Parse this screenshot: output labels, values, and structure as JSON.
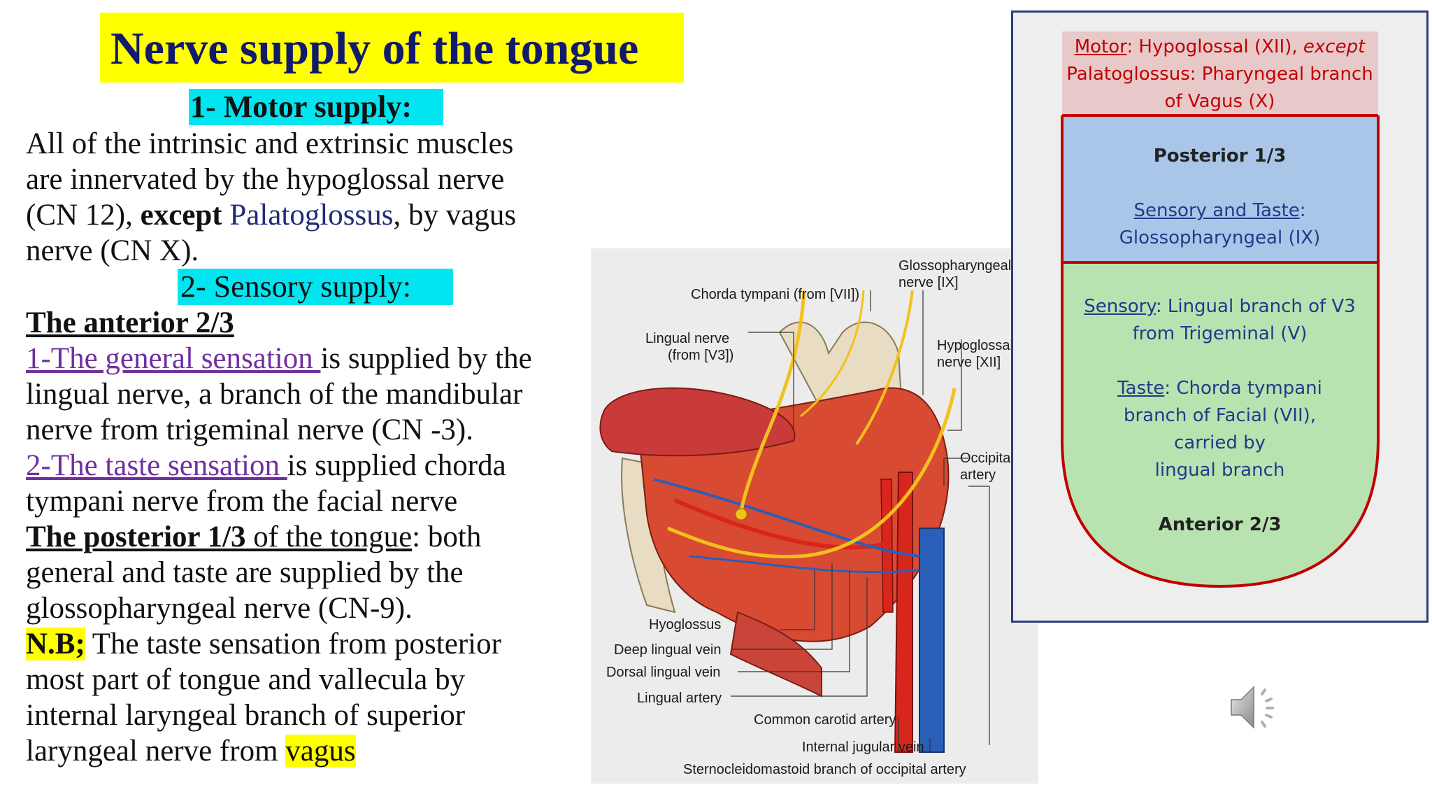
{
  "title": "Nerve supply of the tongue",
  "motor": {
    "heading": "1- Motor supply:",
    "lines": [
      "All of the intrinsic and extrinsic muscles",
      "are innervated by the hypoglossal nerve"
    ],
    "line3_pre": "(CN 12), ",
    "line3_except": "except",
    "line3_palato": " Palatoglossus",
    "line3_post": ", by vagus",
    "line4": "nerve (CN X)."
  },
  "sensory": {
    "heading": "2- Sensory supply:",
    "anterior_heading": "The anterior 2/3",
    "general_link": "1-The general sensation ",
    "general_rest": "is supplied by the",
    "general_lines": [
      "lingual nerve, a branch of the mandibular",
      "nerve from trigeminal nerve (CN -3)."
    ],
    "taste_link": "2-The taste sensation ",
    "taste_rest": "is supplied chorda",
    "taste_line2": "tympani nerve from the facial nerve",
    "posterior_bold": "The posterior 1/3",
    "posterior_u": " of the tongue",
    "posterior_rest": ":  both",
    "posterior_lines": [
      "general and taste are supplied by the",
      "glossopharyngeal nerve (CN-9)."
    ],
    "nb_label": "N.B;",
    "nb_rest": " The taste sensation from posterior",
    "nb_lines": [
      "most part of tongue and vallecula by",
      "internal laryngeal branch of superior"
    ],
    "nb_last_pre": "laryngeal nerve from ",
    "nb_last_hl": "vagus "
  },
  "figure": {
    "labels": {
      "glossopharyngeal": "Glossopharyngeal",
      "glossopharyngeal2": "nerve [IX]",
      "chorda": "Chorda tympani (from [VII])",
      "lingual": "Lingual nerve",
      "lingual2": "(from [V3])",
      "hypoglossal": "Hypoglossal",
      "hypoglossal2": "nerve [XII]",
      "occipital": "Occipital",
      "occipital2": "artery",
      "hyoglossus": "Hyoglossus",
      "deep_vein": "Deep lingual vein",
      "dorsal_vein": "Dorsal lingual vein",
      "lingual_artery": "Lingual artery",
      "common_carotid": "Common carotid artery",
      "internal_jugular": "Internal jugular vein",
      "scm_branch": "Sternocleidomastoid branch of occipital artery"
    },
    "colors": {
      "muscle": "#d94a33",
      "nerve": "#f2c21c",
      "artery": "#d9261c",
      "vein": "#2a5fb8",
      "bone": "#e8dcc2"
    }
  },
  "diagram": {
    "motor_label": "Motor",
    "motor_text": ": Hypoglossal (XII), ",
    "motor_except": "except",
    "motor_line2": "Palatoglossus: Pharyngeal branch",
    "motor_line3": "of Vagus (X)",
    "posterior_title": "Posterior 1/3",
    "posterior_sense_label": "Sensory and Taste",
    "posterior_sense_colon": ":",
    "posterior_sense_value": "Glossopharyngeal  (IX)",
    "anterior_sensory_label": "Sensory",
    "anterior_sensory_text": ": Lingual branch of V3",
    "anterior_sensory_line2": "from Trigeminal (V)",
    "anterior_taste_label": "Taste",
    "anterior_taste_text": ": Chorda tympani",
    "anterior_taste_line2": "branch of Facial (VII),",
    "anterior_taste_line3": "carried by",
    "anterior_taste_line4": "lingual branch",
    "anterior_title": "Anterior 2/3",
    "colors": {
      "motor_bg": "#e8c9c9",
      "posterior_bg": "#a9c6e8",
      "anterior_bg": "#b8e3b0",
      "border": "#c00000"
    }
  },
  "speaker_icon": "speaker-icon"
}
